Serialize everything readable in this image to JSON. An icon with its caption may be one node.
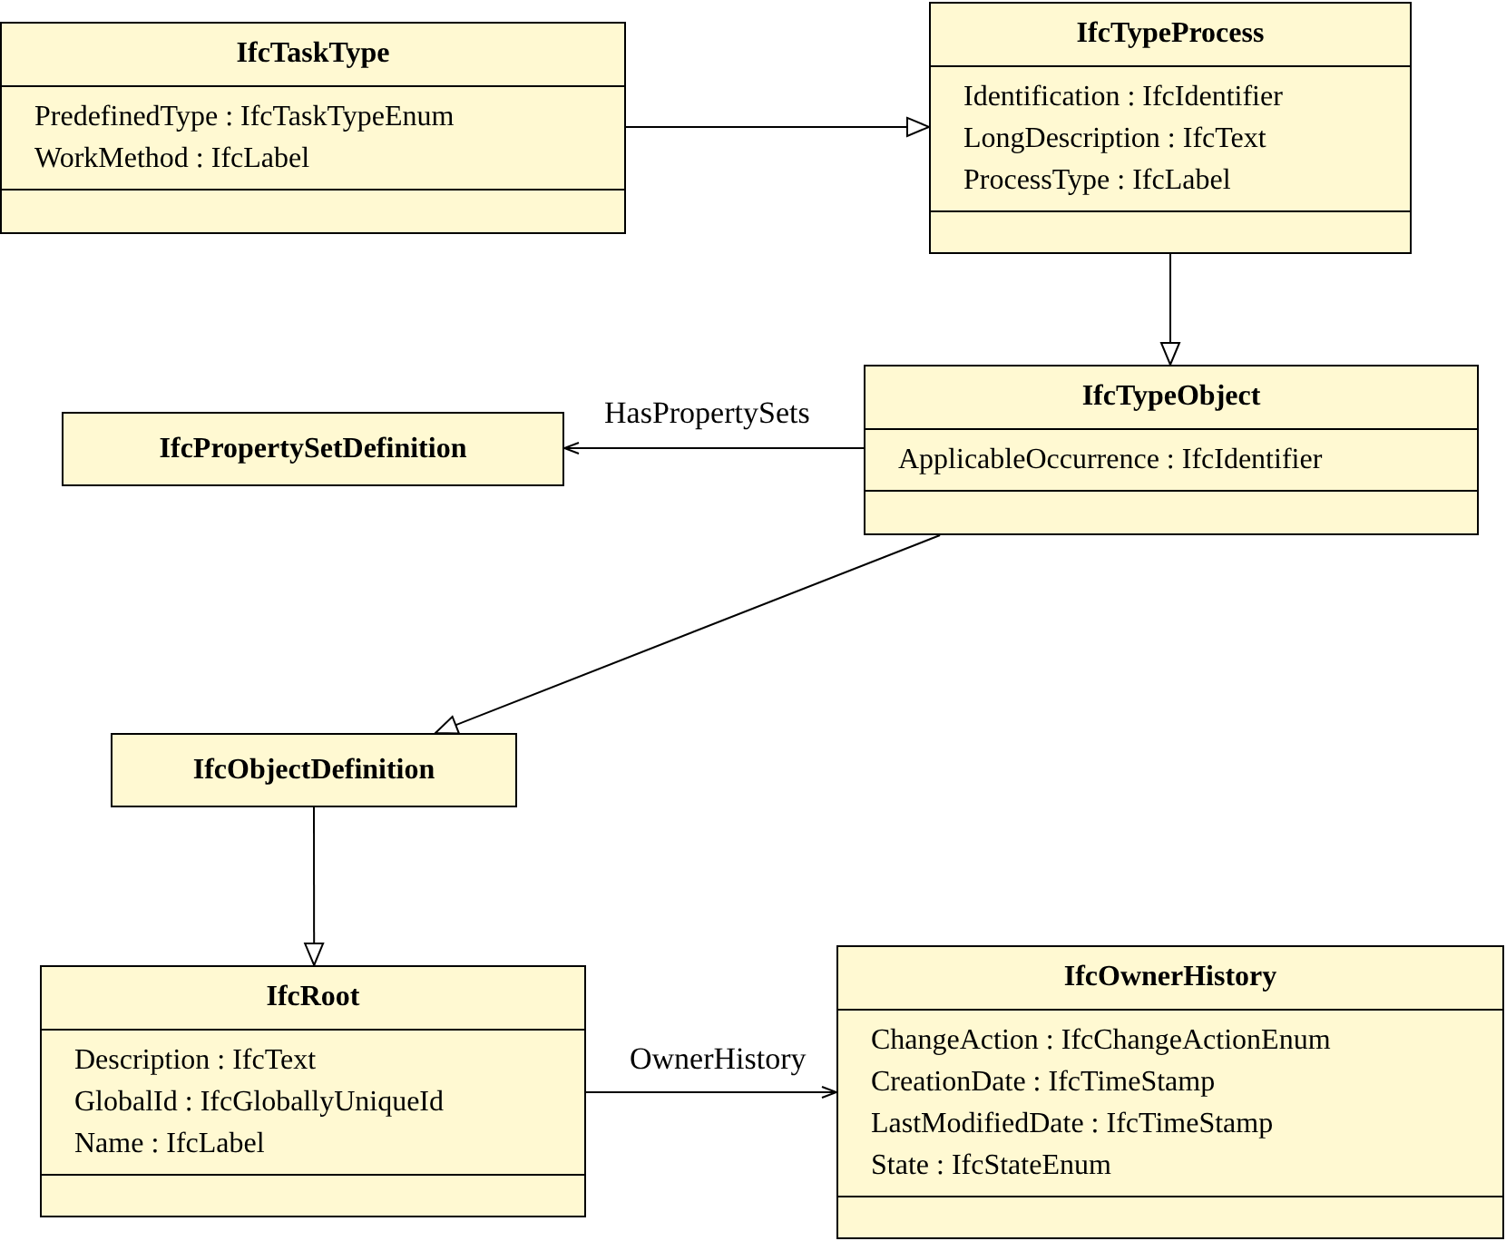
{
  "diagram": {
    "nodes": [
      {
        "text": [
          "IfcTaskType",
          "PredefinedType : IfcTaskTypeEnum",
          "WorkMethod : IfcLabel"
        ]
      },
      {
        "text": [
          "IfcTypeProcess",
          "Identification : IfcIdentifier",
          "LongDescription : IfcText",
          "ProcessType : IfcLabel"
        ]
      },
      {
        "text": [
          "IfcPropertySetDefinition"
        ]
      },
      {
        "text": [
          "IfcTypeObject",
          "ApplicableOccurrence : IfcIdentifier"
        ]
      },
      {
        "text": [
          "IfcObjectDefinition"
        ]
      },
      {
        "text": [
          "IfcRoot",
          "Description : IfcText",
          "GlobalId : IfcGloballyUniqueId",
          "Name : IfcLabel"
        ]
      },
      {
        "text": [
          "IfcOwnerHistory",
          "ChangeAction : IfcChangeActionEnum",
          "CreationDate : IfcTimeStamp",
          "LastModifiedDate : IfcTimeStamp",
          "State : IfcStateEnum"
        ]
      }
    ],
    "edges": [
      {
        "from": 0,
        "to": 1,
        "arrow": "to"
      },
      {
        "from": 1,
        "to": 3,
        "arrow": "to"
      },
      {
        "from": 3,
        "to": 2,
        "arrow": "to",
        "label": "HasPropertySets"
      },
      {
        "from": 3,
        "to": 4,
        "arrow": "to"
      },
      {
        "from": 4,
        "to": 5,
        "arrow": "to"
      },
      {
        "from": 5,
        "to": 6,
        "arrow": "to",
        "label": "OwnerHistory"
      }
    ]
  }
}
